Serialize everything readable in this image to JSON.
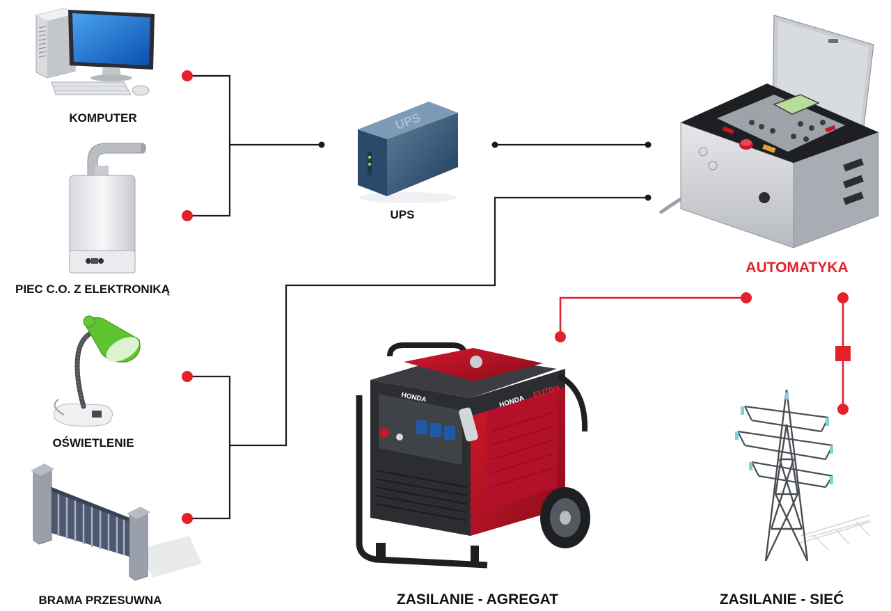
{
  "labels": {
    "komputer": "KOMPUTER",
    "piec": "PIEC C.O. Z ELEKTRONIKĄ",
    "oswietlenie": "OŚWIETLENIE",
    "brama": "BRAMA PRZESUWNA",
    "ups": "UPS",
    "automatyka": "AUTOMATYKA",
    "agregat": "ZASILANIE - AGREGAT",
    "siec": "ZASILANIE - SIEĆ"
  },
  "device_text": {
    "ups_case": "UPS",
    "generator_brand": "HONDA",
    "generator_model": "EU70is"
  },
  "colors": {
    "wire_black": "#1a1a1a",
    "wire_red": "#e3212b",
    "label_red": "#e3212b"
  },
  "icons": [
    "computer-icon",
    "boiler-icon",
    "desk-lamp-icon",
    "sliding-gate-icon",
    "ups-icon",
    "control-panel-icon",
    "generator-icon",
    "power-pylon-icon"
  ]
}
